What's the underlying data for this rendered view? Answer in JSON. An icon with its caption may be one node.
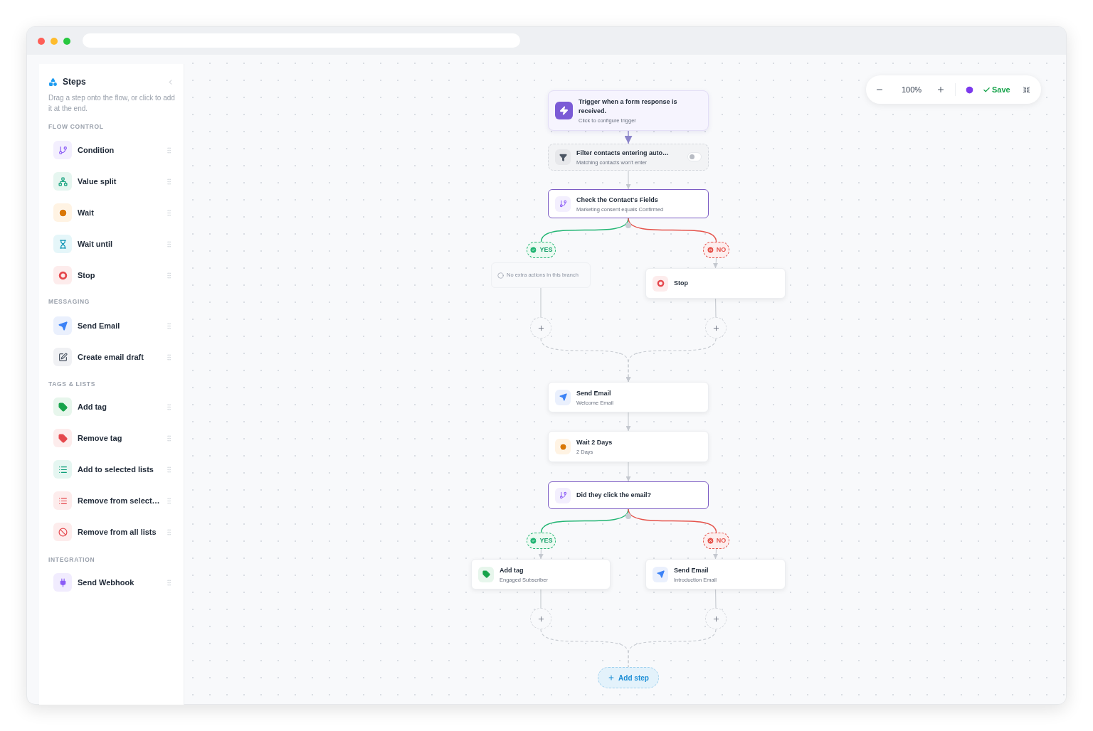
{
  "diagram": {
    "nodes": [
      {
        "text": [
          "Trigger when a form response is received.",
          "Click to configure trigger"
        ]
      },
      {
        "text": [
          "Filter contacts entering auto…",
          "Matching contacts won't enter"
        ]
      },
      {
        "text": [
          "Check the Contact's Fields",
          "Marketing consent equals Confirmed"
        ]
      },
      {
        "text": [
          "YES"
        ]
      },
      {
        "text": [
          "NO"
        ]
      },
      {
        "text": [
          "No extra actions in this branch"
        ]
      },
      {
        "text": [
          "Stop"
        ]
      },
      {
        "text": [],
        "shape": "circle"
      },
      {
        "text": [],
        "shape": "circle"
      },
      {
        "text": [
          "Send Email",
          "Welcome Email"
        ]
      },
      {
        "text": [
          "Wait 2 Days",
          "2 Days"
        ]
      },
      {
        "text": [
          "Did they click the email?"
        ]
      },
      {
        "text": [
          "YES"
        ]
      },
      {
        "text": [
          "NO"
        ]
      },
      {
        "text": [
          "Add tag",
          "Engaged Subscriber"
        ]
      },
      {
        "text": [
          "Send Email",
          "Introduction Email"
        ]
      },
      {
        "text": [],
        "shape": "circle"
      },
      {
        "text": [],
        "shape": "circle"
      },
      {
        "text": [
          "Add step"
        ]
      }
    ],
    "edges": [
      {
        "from": 0,
        "to": 1,
        "arrow": "to",
        "color": "#8b84c9"
      },
      {
        "from": 1,
        "to": 2,
        "arrow": "to"
      },
      {
        "from": 2,
        "to": 3,
        "arrow": "none",
        "color": "#22b573"
      },
      {
        "from": 2,
        "to": 4,
        "arrow": "none",
        "color": "#e5534b"
      },
      {
        "from": 4,
        "to": 6,
        "arrow": "to"
      },
      {
        "from": 5,
        "to": 7,
        "arrow": "none"
      },
      {
        "from": 6,
        "to": 8,
        "arrow": "none"
      },
      {
        "from": 7,
        "to": 9,
        "arrow": "to",
        "style": "dashed"
      },
      {
        "from": 8,
        "to": 9,
        "arrow": "to",
        "style": "dashed"
      },
      {
        "from": 9,
        "to": 10,
        "arrow": "to"
      },
      {
        "from": 10,
        "to": 11,
        "arrow": "to"
      },
      {
        "from": 11,
        "to": 12,
        "arrow": "none",
        "color": "#22b573"
      },
      {
        "from": 11,
        "to": 13,
        "arrow": "none",
        "color": "#e5534b"
      },
      {
        "from": 12,
        "to": 14,
        "arrow": "to"
      },
      {
        "from": 13,
        "to": 15,
        "arrow": "to"
      },
      {
        "from": 14,
        "to": 16,
        "arrow": "none"
      },
      {
        "from": 15,
        "to": 17,
        "arrow": "none"
      },
      {
        "from": 16,
        "to": 18,
        "arrow": "none",
        "style": "dashed"
      },
      {
        "from": 17,
        "to": 18,
        "arrow": "none",
        "style": "dashed"
      }
    ],
    "labels": [
      "Steps",
      "Drag a step onto the flow, or click to add it at the end.",
      "FLOW CONTROL",
      "Condition",
      "Value split",
      "Wait",
      "Wait until",
      "Stop",
      "MESSAGING",
      "Send Email",
      "Create email draft",
      "TAGS & LISTS",
      "Add tag",
      "Remove tag",
      "Add to selected lists",
      "Remove from select…",
      "Remove from all lists",
      "INTEGRATION",
      "Send Webhook",
      "100%",
      "Save"
    ]
  }
}
